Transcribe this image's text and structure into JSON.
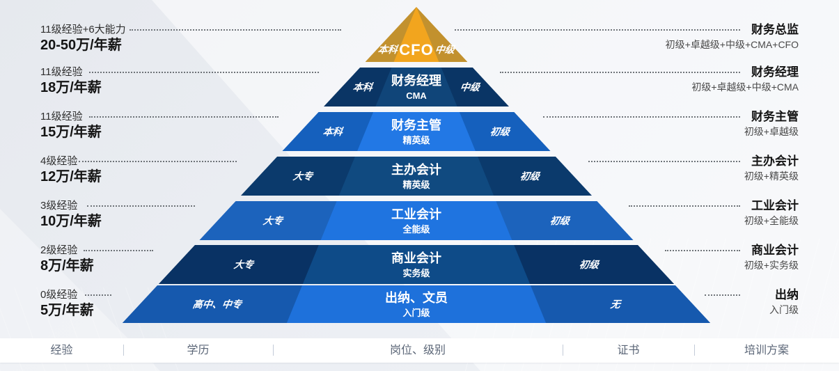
{
  "rows": [
    {
      "experience": "11级经验+6大能力",
      "salary": "20-50万/年薪",
      "plan_title": "财务总监",
      "plan_detail": "初级+卓越级+中级+CMA+CFO"
    },
    {
      "experience": "11级经验",
      "salary": "18万/年薪",
      "plan_title": "财务经理",
      "plan_detail": "初级+卓越级+中级+CMA"
    },
    {
      "experience": "11级经验",
      "salary": "15万/年薪",
      "plan_title": "财务主管",
      "plan_detail": "初级+卓越级"
    },
    {
      "experience": "4级经验",
      "salary": "12万/年薪",
      "plan_title": "主办会计",
      "plan_detail": "初级+精英级"
    },
    {
      "experience": "3级经验",
      "salary": "10万/年薪",
      "plan_title": "工业会计",
      "plan_detail": "初级+全能级"
    },
    {
      "experience": "2级经验",
      "salary": "8万/年薪",
      "plan_title": "商业会计",
      "plan_detail": "初级+实务级"
    },
    {
      "experience": "0级经验",
      "salary": "5万/年薪",
      "plan_title": "出纳",
      "plan_detail": "入门级"
    }
  ],
  "pyramid": {
    "levels": [
      {
        "education": "本科",
        "title": "CFO",
        "subtitle": "",
        "certificate": "中级",
        "outer_color": "#C2912E",
        "center_color": "#F2A51E"
      },
      {
        "education": "本科",
        "title": "财务经理",
        "subtitle": "CMA",
        "certificate": "中级",
        "outer_color": "#0A3565",
        "center_color": "#104579"
      },
      {
        "education": "本科",
        "title": "财务主管",
        "subtitle": "精英级",
        "certificate": "初级",
        "outer_color": "#1560BD",
        "center_color": "#2278E5"
      },
      {
        "education": "大专",
        "title": "主办会计",
        "subtitle": "精英级",
        "certificate": "初级",
        "outer_color": "#0B3A6C",
        "center_color": "#104A80"
      },
      {
        "education": "大专",
        "title": "工业会计",
        "subtitle": "全能级",
        "certificate": "初级",
        "outer_color": "#1C63BC",
        "center_color": "#1F74E0"
      },
      {
        "education": "大专",
        "title": "商业会计",
        "subtitle": "实务级",
        "certificate": "初级",
        "outer_color": "#093264",
        "center_color": "#0E4B88"
      },
      {
        "education": "高中、中专",
        "title": "出纳、文员",
        "subtitle": "入门级",
        "certificate": "无",
        "outer_color": "#1659AE",
        "center_color": "#1E71DB"
      }
    ]
  },
  "footer": {
    "columns": [
      "经验",
      "学历",
      "岗位、级别",
      "证书",
      "培训方案"
    ]
  },
  "colors": {
    "background": "#E9EDF2",
    "footer_bar": "#FFFFFF",
    "leader_line": "#6E7378",
    "gold_outer": "#C2912E",
    "gold_center": "#F2A51E",
    "navy_dark": "#0A3565",
    "royal_blue": "#1560BD",
    "bright_blue": "#2278E5"
  }
}
